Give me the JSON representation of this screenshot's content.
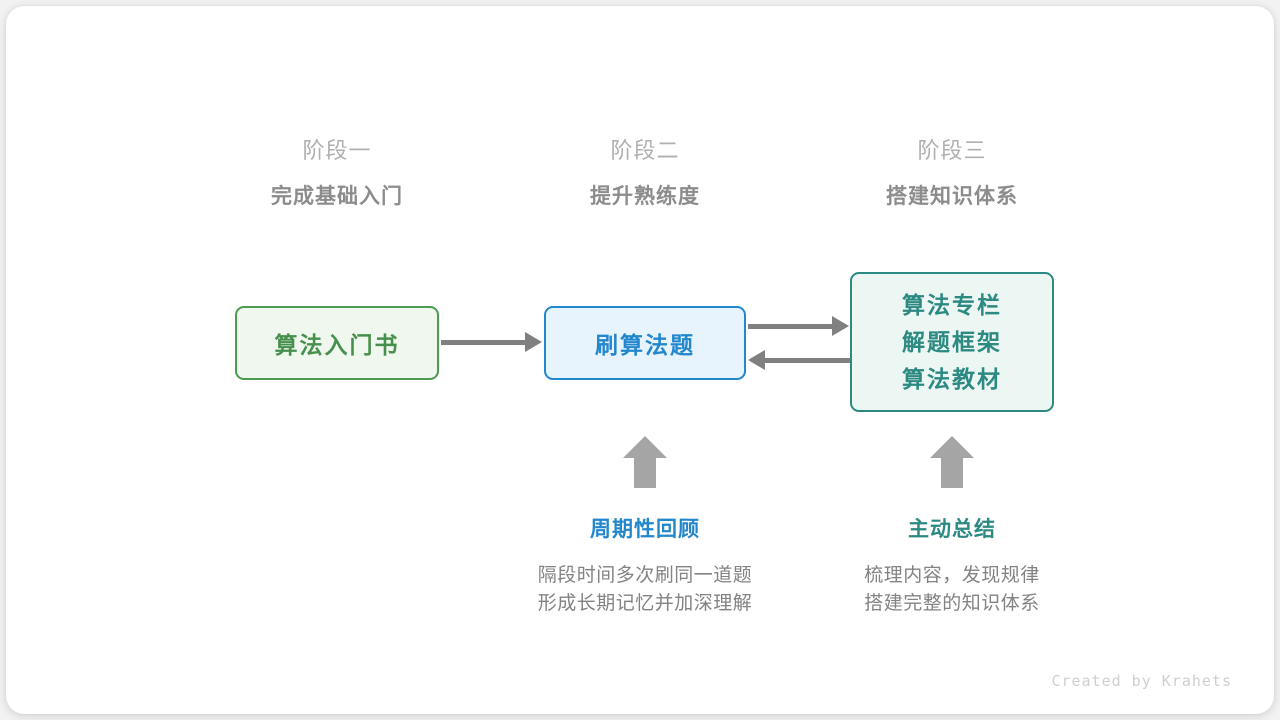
{
  "canvas": {
    "background": "#f2f2f2",
    "card_background": "#ffffff"
  },
  "palette": {
    "green": "#468f4c",
    "green_border": "#4d9a51",
    "green_fill": "#f0f7ef",
    "blue": "#2387cd",
    "blue_fill": "#e7f3fd",
    "teal": "#2d8a83",
    "teal_fill": "#ecf6f3",
    "arrow_gray": "#808080",
    "label_gray": "#8c8c8c",
    "muted_gray": "#b0b0b0",
    "body_gray": "#838383"
  },
  "stages": [
    {
      "number": "阶段一",
      "title": "完成基础入门"
    },
    {
      "number": "阶段二",
      "title": "提升熟练度"
    },
    {
      "number": "阶段三",
      "title": "搭建知识体系"
    }
  ],
  "nodes": {
    "green": {
      "label": "算法入门书"
    },
    "blue": {
      "label": "刷算法题"
    },
    "teal": {
      "line1": "算法专栏",
      "line2": "解题框架",
      "line3": "算法教材"
    }
  },
  "notes": [
    {
      "title": "周期性回顾",
      "body_line1": "隔段时间多次刷同一道题",
      "body_line2": "形成长期记忆并加深理解"
    },
    {
      "title": "主动总结",
      "body_line1": "梳理内容，发现规律",
      "body_line2": "搭建完整的知识体系"
    }
  ],
  "credit": "Created by Krahets"
}
